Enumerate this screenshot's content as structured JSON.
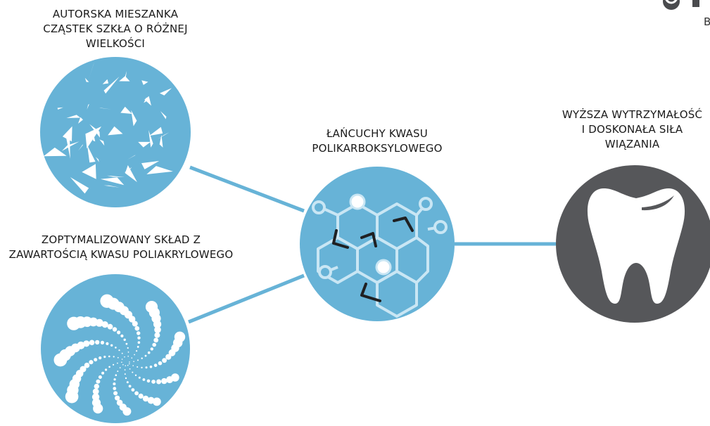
{
  "colors": {
    "node_blue": "#67b3d7",
    "connector_blue": "#67b3d7",
    "tooth_circle": "#56575a",
    "hex_outline": "#c9e6f4",
    "dark_mark": "#1f2022",
    "particle": "#ffffff"
  },
  "nodes": {
    "glass_mix": {
      "label_lines": [
        "AUTORSKA MIESZANKA",
        "CZĄSTEK SZKŁA O RÓŻNEJ",
        "WIELKOŚCI"
      ],
      "icon": "glass-shards-icon"
    },
    "polyacrylic": {
      "label_lines": [
        "ZOPTYMALIZOWANY SKŁAD Z",
        "ZAWARTOŚCIĄ KWASU POLIAKRYLOWEGO"
      ],
      "icon": "particle-spiral-icon"
    },
    "polycarboxylic": {
      "label_lines": [
        "ŁAŃCUCHY KWASU",
        "POLIKARBOKSYLOWEGO"
      ],
      "icon": "molecule-hexagon-icon"
    },
    "result": {
      "label_lines": [
        "WYŻSZA WYTRZYMAŁOŚĆ",
        "I DOSKONAŁA SIŁA",
        "WIĄZANIA"
      ],
      "icon": "tooth-icon"
    }
  },
  "logo": {
    "fragment_text": "B"
  }
}
